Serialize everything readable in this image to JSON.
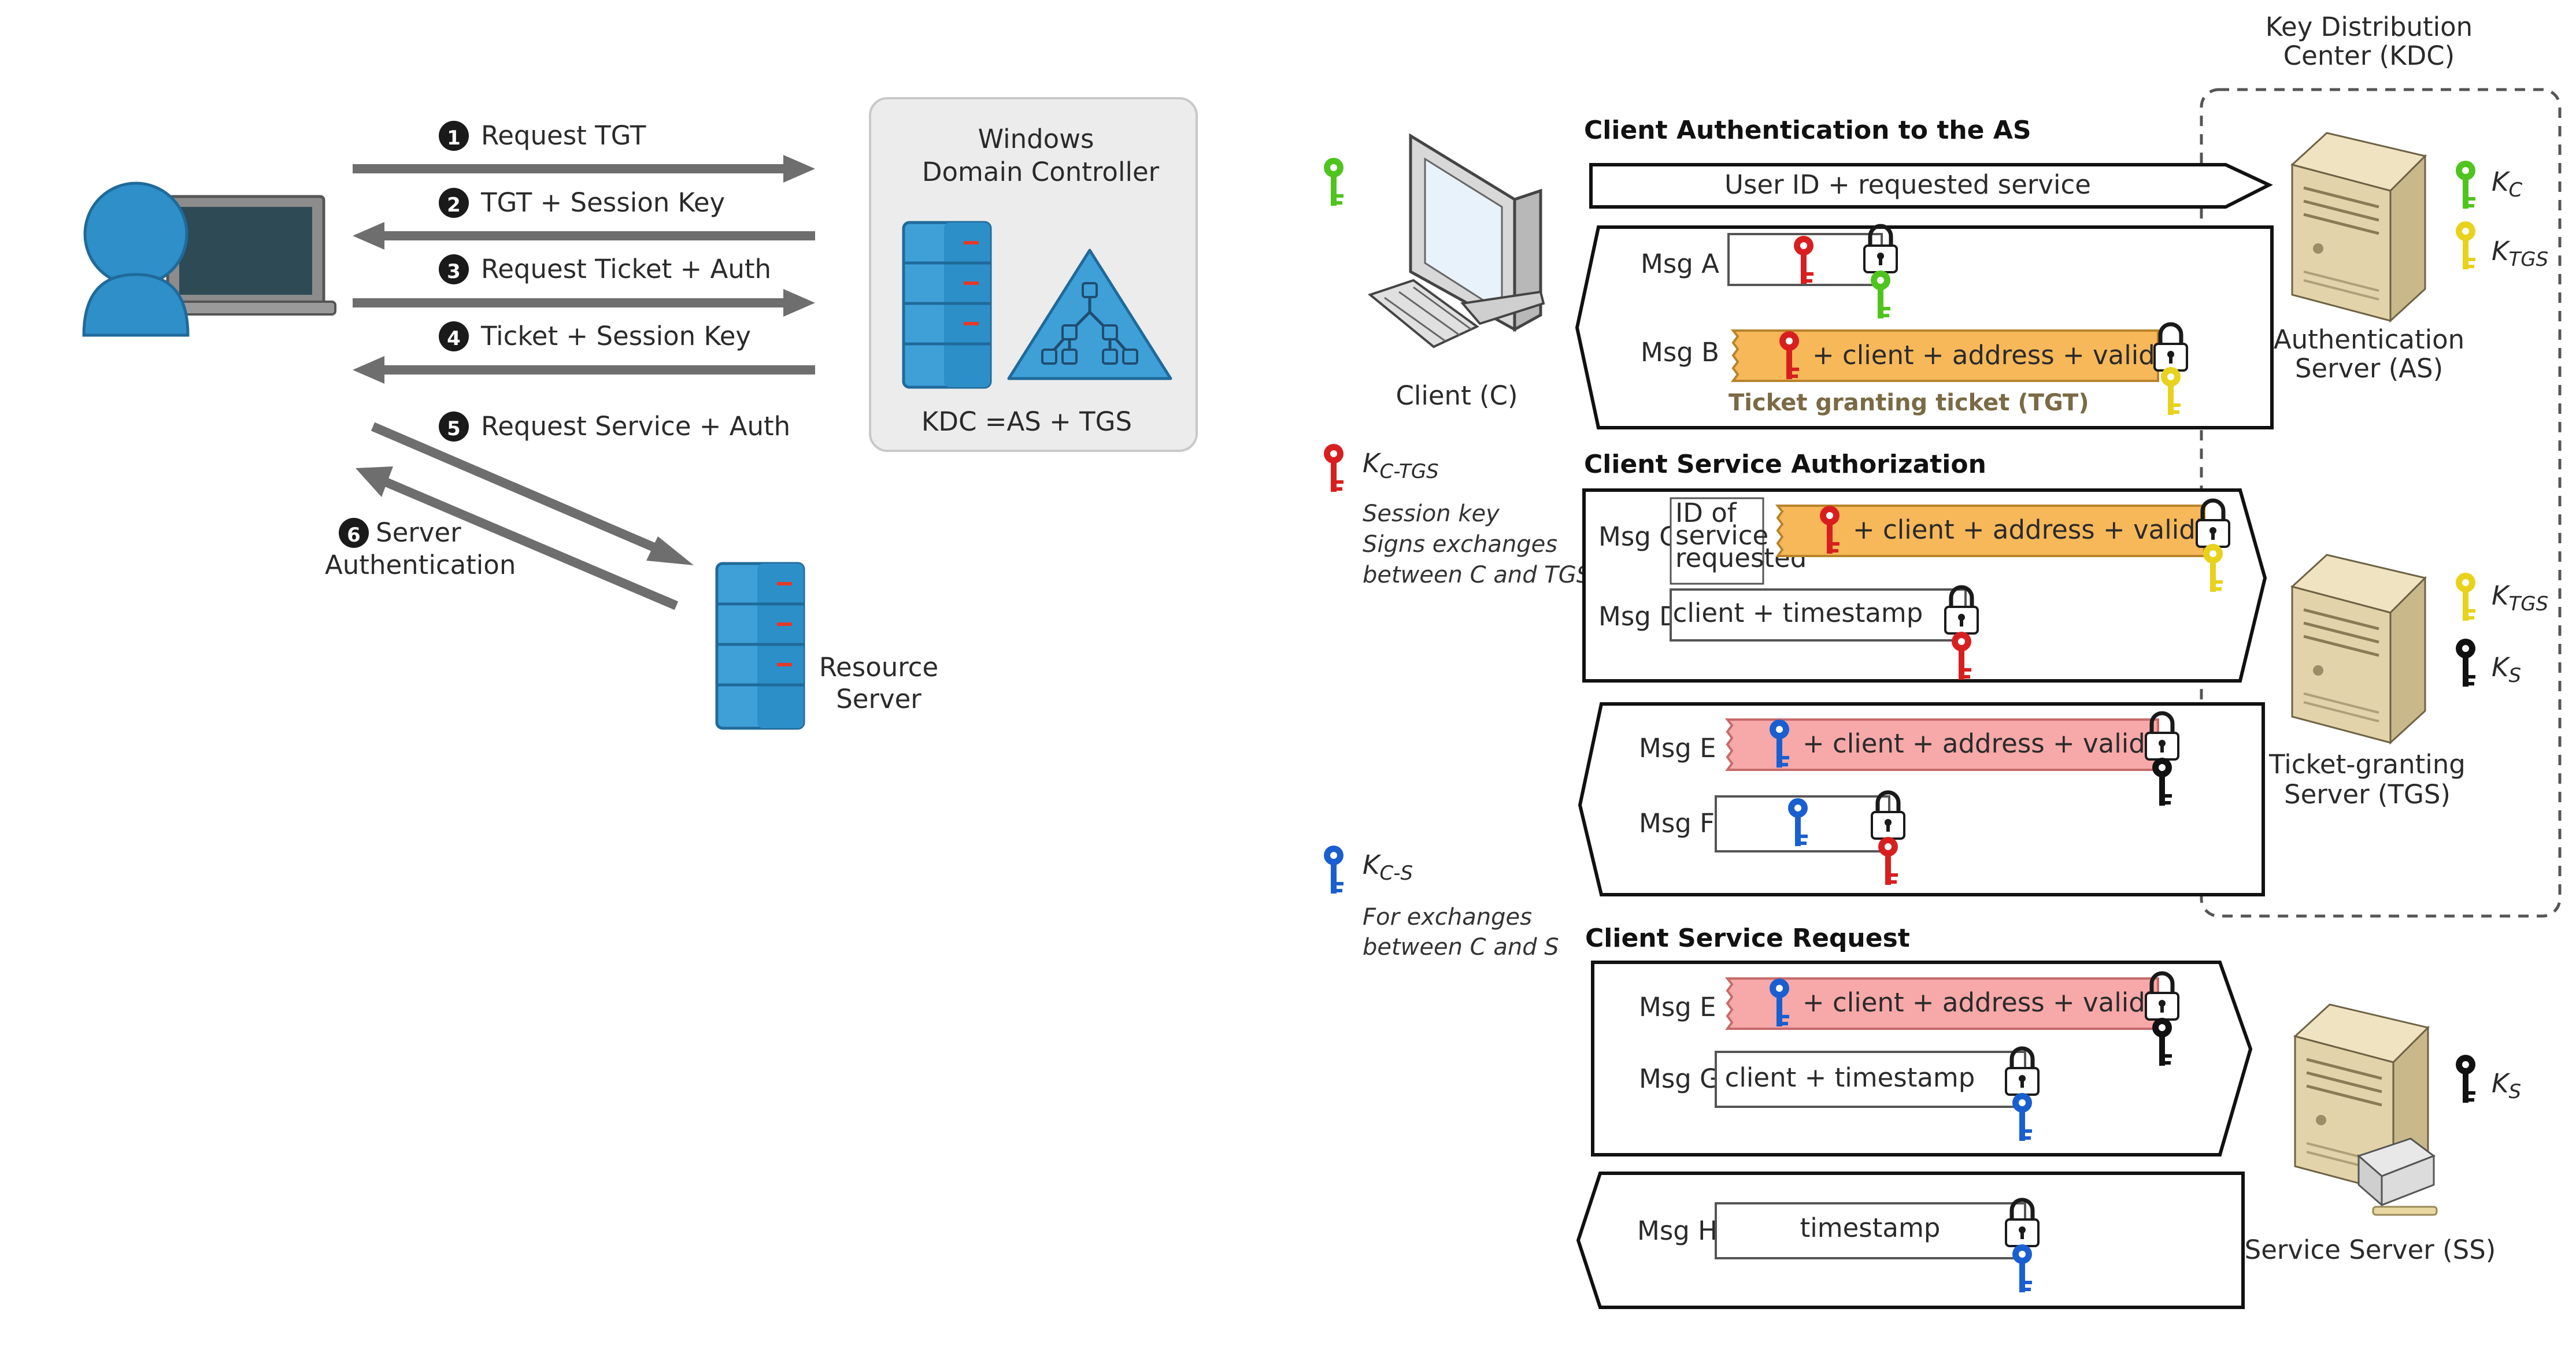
{
  "left": {
    "steps": [
      {
        "n": "1",
        "label": "Request TGT"
      },
      {
        "n": "2",
        "label": "TGT + Session Key"
      },
      {
        "n": "3",
        "label": "Request Ticket + Auth"
      },
      {
        "n": "4",
        "label": "Ticket + Session Key"
      },
      {
        "n": "5",
        "label": "Request Service + Auth"
      },
      {
        "n": "6",
        "label_line1": "Server",
        "label_line2": "Authentication"
      }
    ],
    "domain_controller": {
      "line1": "Windows",
      "line2": "Domain Controller",
      "caption": "KDC =AS + TGS"
    },
    "resource_server": {
      "line1": "Resource",
      "line2": "Server"
    }
  },
  "right": {
    "kdc_label": {
      "line1": "Key Distribution",
      "line2": "Center (KDC)"
    },
    "client_label": "Client (C)",
    "as_label": {
      "line1": "Authentication",
      "line2": "Server (AS)"
    },
    "tgs_label": {
      "line1": "Ticket-granting",
      "line2": "Server (TGS)"
    },
    "ss_label": "Service Server (SS)",
    "keys": {
      "kc": {
        "main": "K",
        "sub": "C"
      },
      "ktgs": {
        "main": "K",
        "sub": "TGS"
      },
      "ks": {
        "main": "K",
        "sub": "S"
      },
      "kctgs": {
        "main": "K",
        "sub": "C-TGS",
        "desc1": "Session key",
        "desc2": "Signs exchanges",
        "desc3": "between C and TGS"
      },
      "kcs": {
        "main": "K",
        "sub": "C-S",
        "desc1": "For exchanges",
        "desc2": "between C and S"
      }
    },
    "sections": {
      "auth": "Client Authentication to the AS",
      "authz": "Client Service Authorization",
      "request": "Client Service Request"
    },
    "user_request": "User ID + requested service",
    "messages": {
      "msg_a": "Msg A",
      "msg_b": "Msg B",
      "msg_c": "Msg C",
      "msg_d": "Msg D",
      "msg_e": "Msg E",
      "msg_f": "Msg F",
      "msg_e2": "Msg E",
      "msg_g": "Msg G",
      "msg_h": "Msg H",
      "ticket_payload": "+ client + address + validity",
      "tgt_caption": "Ticket granting ticket (TGT)",
      "service_id": {
        "line1": "ID of",
        "line2": "service",
        "line3": "requested"
      },
      "client_timestamp": "client + timestamp",
      "timestamp": "timestamp"
    },
    "colors": {
      "red": "#d81f1f",
      "green": "#4fc41e",
      "yellow": "#e8d21c",
      "blue": "#1a5fd0",
      "black": "#111111",
      "ticket_orange": "#f7b85a",
      "ticket_pink": "#f7a8a8",
      "server_blue": "#3fa0d8"
    }
  }
}
